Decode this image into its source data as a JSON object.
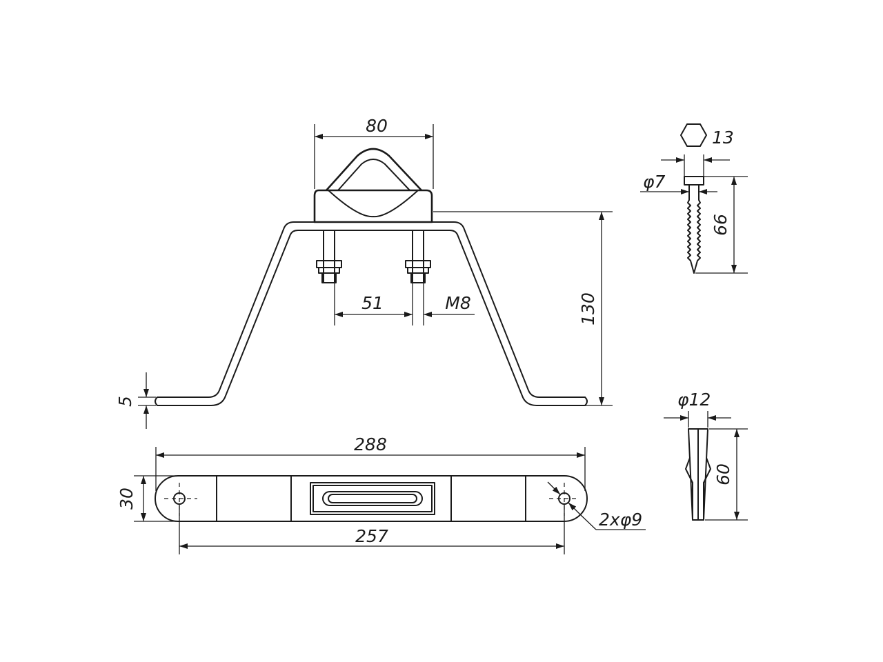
{
  "dimensions": {
    "clamp_width": "80",
    "bolt_spacing": "51",
    "bolt_thread": "M8",
    "bracket_height": "130",
    "plate_thickness": "5",
    "overall_length": "288",
    "plate_width": "30",
    "hole_spacing": "257",
    "holes": "2xφ9",
    "screw_hex": "13",
    "screw_diameter": "φ7",
    "screw_length": "66",
    "dowel_diameter": "φ12",
    "dowel_length": "60"
  },
  "icons": {
    "hex_head": "hexagon-icon"
  },
  "colors": {
    "line": "#1a1a1a",
    "background": "#ffffff"
  }
}
